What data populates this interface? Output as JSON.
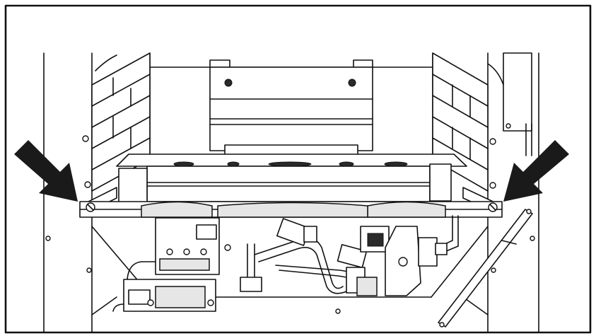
{
  "figure": {
    "colors": {
      "line": "#111111",
      "background": "#ffffff",
      "arrow": "#1a1a1a",
      "shade": "#e6e6e6"
    },
    "callouts": [
      {
        "name": "left-arrow-pointer",
        "direction": "down-right"
      },
      {
        "name": "right-arrow-pointer",
        "direction": "down-left"
      }
    ]
  }
}
